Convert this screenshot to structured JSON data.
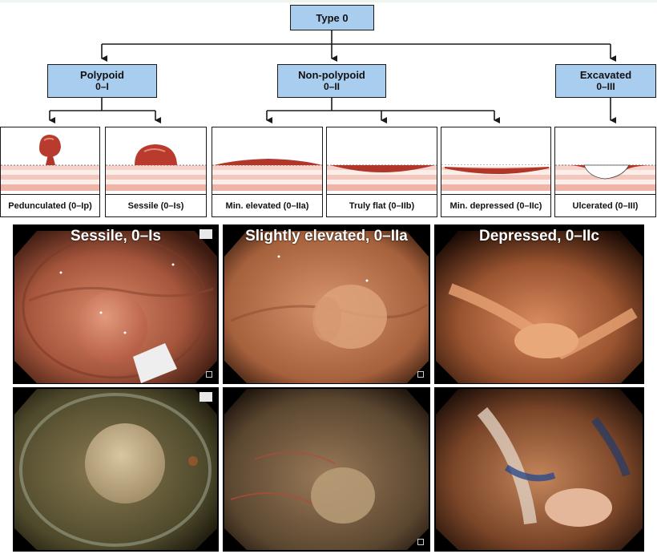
{
  "root": {
    "label": "Type 0"
  },
  "categories": [
    {
      "title": "Polypoid",
      "code": "0–I"
    },
    {
      "title": "Non-polypoid",
      "code": "0–II"
    },
    {
      "title": "Excavated",
      "code": "0–III"
    }
  ],
  "subtypes": [
    "Pedunculated (0–Ip)",
    "Sessile (0–Is)",
    "Min. elevated (0–IIa)",
    "Truly flat (0–IIb)",
    "Min. depressed (0–IIc)",
    "Ulcerated (0–III)"
  ],
  "photo_labels": [
    "Sessile, 0–Is",
    "Slightly elevated, 0–IIa",
    "Depressed, 0–IIc"
  ],
  "colors": {
    "box_fill": "#a9cdef",
    "lesion": "#b0362a",
    "layer_pink": "#f2c7bd"
  }
}
